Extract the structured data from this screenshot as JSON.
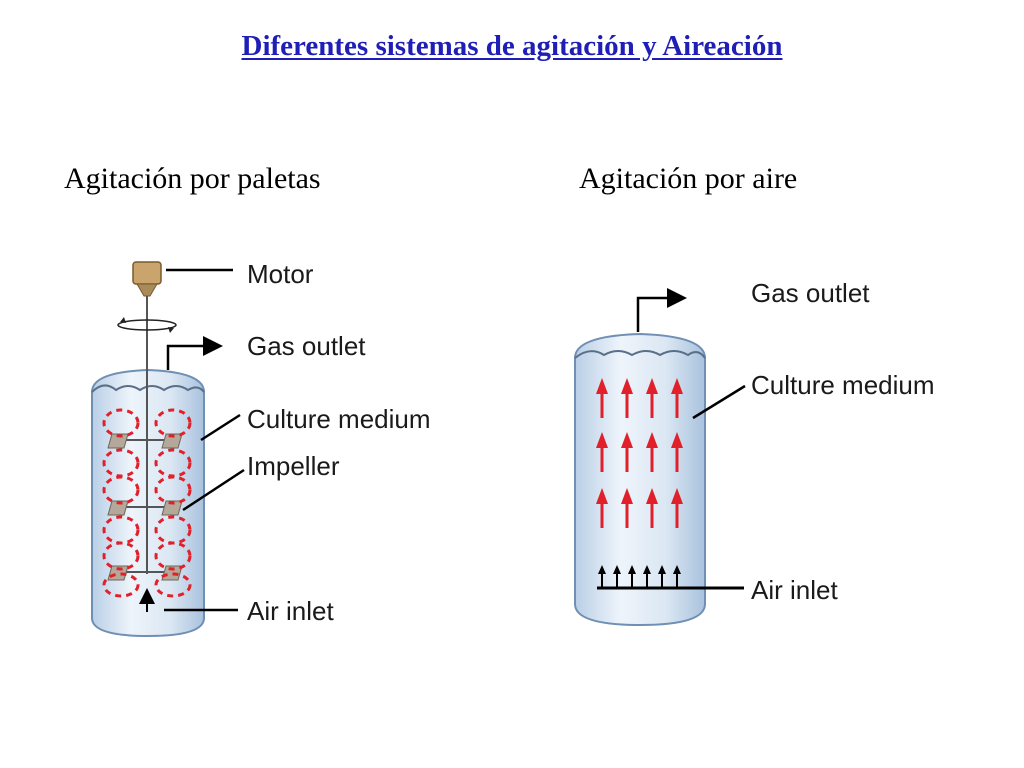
{
  "title": "Diferentes sistemas de agitación y Aireación",
  "left": {
    "heading": "Agitación por paletas",
    "labels": {
      "motor": "Motor",
      "gas_outlet": "Gas outlet",
      "culture_medium": "Culture medium",
      "impeller": "Impeller",
      "air_inlet": "Air inlet"
    }
  },
  "right": {
    "heading": "Agitación por aire",
    "labels": {
      "gas_outlet": "Gas outlet",
      "culture_medium": "Culture medium",
      "air_inlet": "Air inlet"
    }
  },
  "colors": {
    "title": "#1f1fb8",
    "vessel_fill": "#dbe8f4",
    "arrow_red": "#e0202a",
    "impeller_blade": "#b3a89a"
  }
}
